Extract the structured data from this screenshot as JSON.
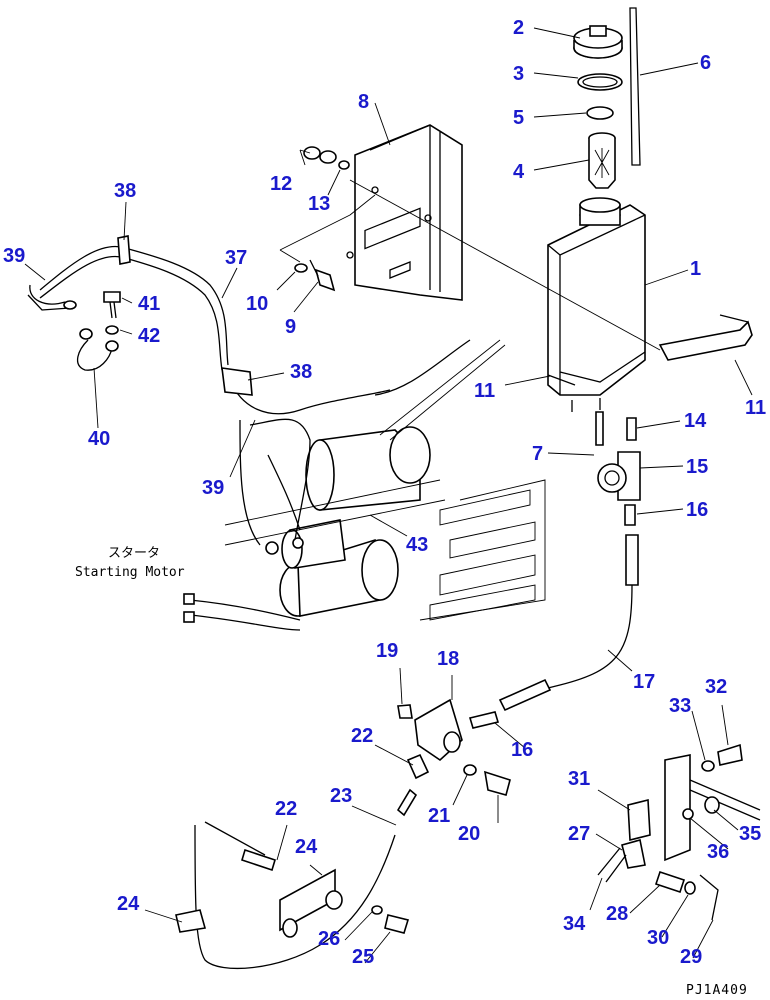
{
  "callouts": {
    "n1": "1",
    "n2": "2",
    "n3": "3",
    "n4": "4",
    "n5": "5",
    "n6": "6",
    "n7": "7",
    "n8": "8",
    "n9": "9",
    "n10": "10",
    "n11a": "11",
    "n11b": "11",
    "n12": "12",
    "n13": "13",
    "n14": "14",
    "n15": "15",
    "n16a": "16",
    "n16b": "16",
    "n17": "17",
    "n18": "18",
    "n19": "19",
    "n20": "20",
    "n21": "21",
    "n22a": "22",
    "n22b": "22",
    "n23": "23",
    "n24a": "24",
    "n24b": "24",
    "n25": "25",
    "n26": "26",
    "n27": "27",
    "n28": "28",
    "n29": "29",
    "n30": "30",
    "n31": "31",
    "n32": "32",
    "n33": "33",
    "n34": "34",
    "n35": "35",
    "n36": "36",
    "n37": "37",
    "n38a": "38",
    "n38b": "38",
    "n39a": "39",
    "n39b": "39",
    "n40": "40",
    "n41": "41",
    "n42": "42",
    "n43": "43"
  },
  "starter_label_jp": "スタータ",
  "starter_label_en": "Starting Motor",
  "figure_code": "PJ1A409",
  "colors": {
    "callout": "#1a1acc",
    "linework": "#000000",
    "background": "#ffffff"
  }
}
